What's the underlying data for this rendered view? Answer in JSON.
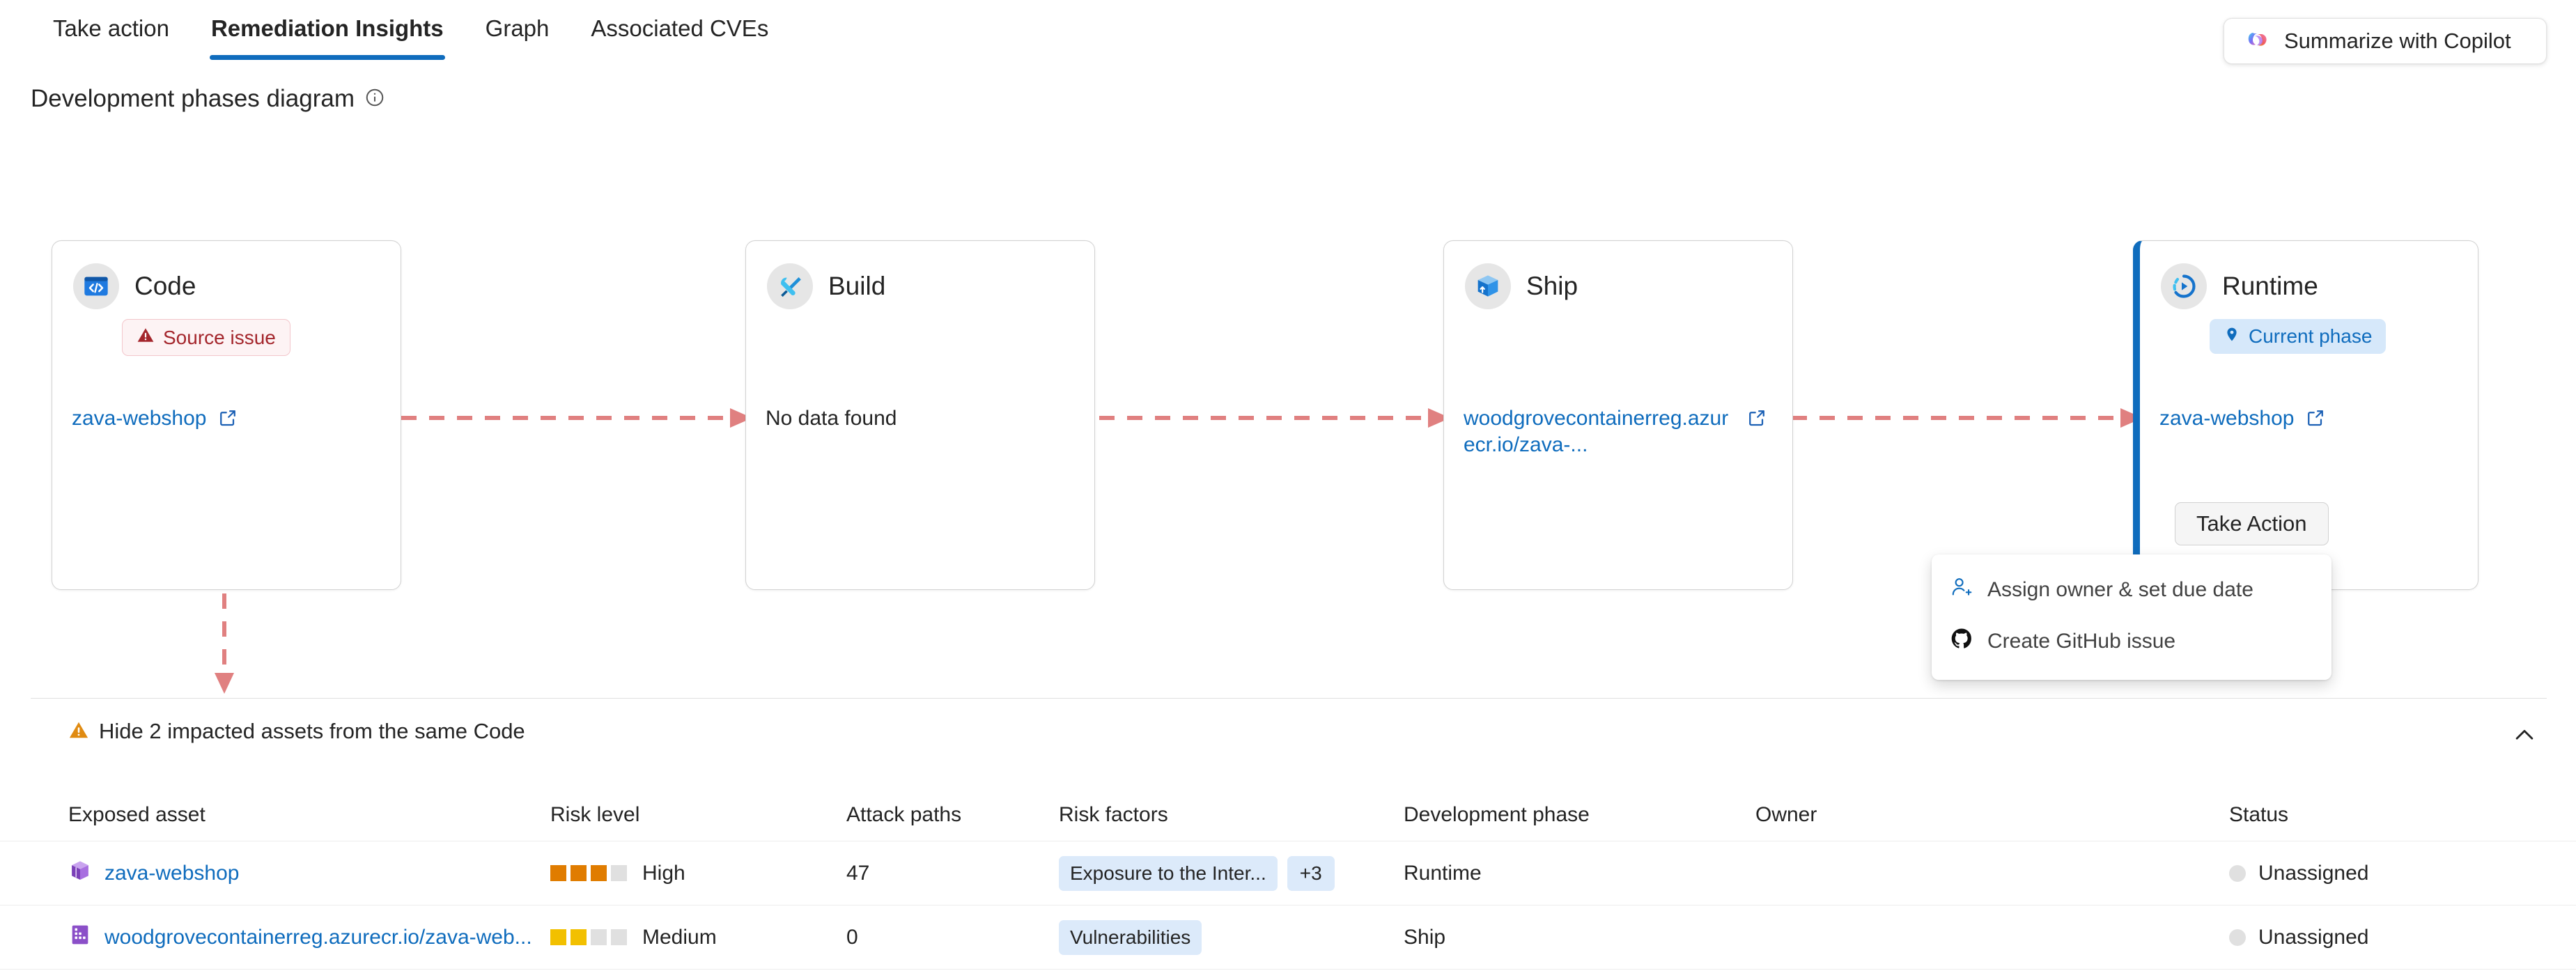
{
  "tabs": [
    {
      "label": "Take action",
      "active": false
    },
    {
      "label": "Remediation Insights",
      "active": true
    },
    {
      "label": "Graph",
      "active": false
    },
    {
      "label": "Associated CVEs",
      "active": false
    }
  ],
  "copilot": {
    "label": "Summarize with Copilot",
    "icon": "copilot-icon"
  },
  "section": {
    "title": "Development phases diagram",
    "info_icon": "info-icon"
  },
  "phases": [
    {
      "id": "code",
      "title": "Code",
      "icon": "code-brackets-icon",
      "badge": {
        "text": "Source issue",
        "type": "source-issue",
        "icon": "warning-triangle-icon"
      },
      "link": "zava-webshop",
      "empty_text": null,
      "current": false,
      "action_button": null
    },
    {
      "id": "build",
      "title": "Build",
      "icon": "tools-icon",
      "badge": null,
      "link": null,
      "empty_text": "No data found",
      "current": false,
      "action_button": null
    },
    {
      "id": "ship",
      "title": "Ship",
      "icon": "package-box-icon",
      "badge": null,
      "link": "woodgrovecontainerreg.azurecr.io/zava-...",
      "empty_text": null,
      "current": false,
      "action_button": null
    },
    {
      "id": "runtime",
      "title": "Runtime",
      "icon": "runtime-play-icon",
      "badge": {
        "text": "Current phase",
        "type": "current-phase",
        "icon": "location-pin-icon"
      },
      "link": "zava-webshop",
      "empty_text": null,
      "current": true,
      "action_button": "Take Action"
    }
  ],
  "dropdown": {
    "items": [
      {
        "label": "Assign owner & set due date",
        "icon": "person-add-icon"
      },
      {
        "label": "Create GitHub issue",
        "icon": "github-icon"
      }
    ]
  },
  "impacted": {
    "label": "Hide 2 impacted assets from the same Code",
    "icon": "warning-triangle-icon",
    "collapse_icon": "chevron-up-icon"
  },
  "table": {
    "columns": [
      "Exposed asset",
      "Risk level",
      "Attack paths",
      "Risk factors",
      "Development phase",
      "Owner",
      "Status"
    ],
    "rows": [
      {
        "asset": "zava-webshop",
        "asset_icon": "purple-box-icon",
        "risk_level": "High",
        "risk_filled": 3,
        "risk_total": 4,
        "risk_color": "#E07C00",
        "attack_paths": "47",
        "risk_factors": [
          "Exposure to the Inter..."
        ],
        "risk_factors_more": "+3",
        "development_phase": "Runtime",
        "owner": "",
        "status": "Unassigned"
      },
      {
        "asset": "woodgrovecontainerreg.azurecr.io/zava-web...",
        "asset_icon": "purple-registry-icon",
        "risk_level": "Medium",
        "risk_filled": 2,
        "risk_total": 4,
        "risk_color": "#F2C000",
        "attack_paths": "0",
        "risk_factors": [
          "Vulnerabilities"
        ],
        "risk_factors_more": null,
        "development_phase": "Ship",
        "owner": "",
        "status": "Unassigned"
      }
    ]
  },
  "colors": {
    "accent": "#0f6cbd",
    "connector": "#e08080",
    "high_risk": "#E07C00",
    "medium_risk": "#F2C000",
    "empty_square": "#e0e0e0",
    "source_issue": "#a4262c"
  }
}
